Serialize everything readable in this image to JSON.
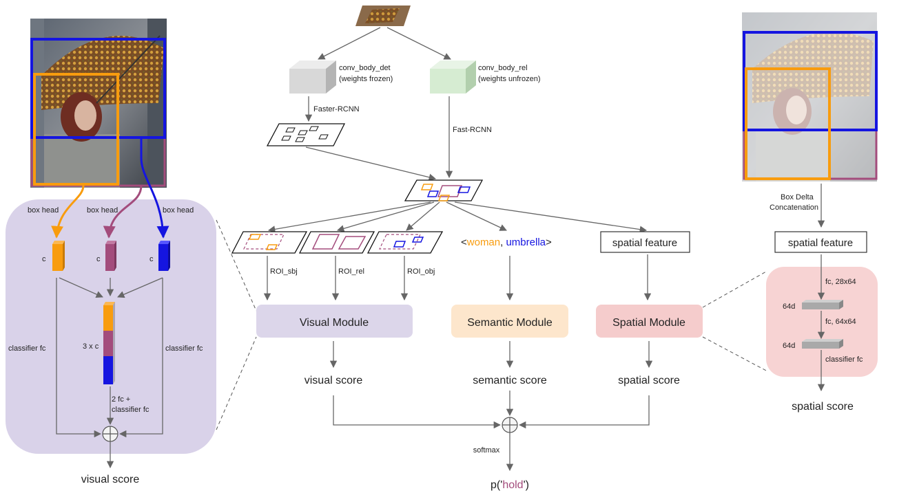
{
  "colors": {
    "orange": "#f89c0e",
    "purple": "#a34c7c",
    "blue": "#1515e0",
    "visual_module": "#dcd6ea",
    "semantic_module": "#fde6cc",
    "spatial_module": "#f5cccc",
    "left_panel": "#d9d2e9",
    "right_panel": "#f7d3d3",
    "conv_det": "#d8d8d8",
    "conv_rel": "#d6ecd2"
  },
  "left_panel": {
    "box_head_1": "box head",
    "box_head_2": "box head",
    "box_head_3": "box head",
    "c_1": "c",
    "c_2": "c",
    "c_3": "c",
    "concat_label": "3 x c",
    "classifier_left": "classifier fc",
    "classifier_right": "classifier fc",
    "fc_line1": "2 fc +",
    "fc_line2": "classifier fc",
    "output": "visual score"
  },
  "center": {
    "conv_det_line1": "conv_body_det",
    "conv_det_line2": "(weights frozen)",
    "conv_rel_line1": "conv_body_rel",
    "conv_rel_line2": "(weights unfrozen)",
    "faster_rcnn": "Faster-RCNN",
    "fast_rcnn": "Fast-RCNN",
    "roi_sbj": "ROI_sbj",
    "roi_rel": "ROI_rel",
    "roi_obj": "ROI_obj",
    "semantic_open": "<",
    "semantic_subject": "woman",
    "semantic_sep": ", ",
    "semantic_object": "umbrella",
    "semantic_close": ">",
    "spatial_feature": "spatial feature",
    "visual_module": "Visual Module",
    "semantic_module": "Semantic Module",
    "spatial_module": "Spatial Module",
    "visual_score": "visual score",
    "semantic_score": "semantic score",
    "spatial_score": "spatial score",
    "softmax": "softmax",
    "output_prefix": "p('",
    "output_predicate": "hold",
    "output_suffix": "')"
  },
  "right": {
    "box_delta_line1": "Box Delta",
    "box_delta_line2": "Concatenation",
    "spatial_feature": "spatial feature",
    "fc1": "fc, 28x64",
    "fc2": "fc, 64x64",
    "dim1": "64d",
    "dim2": "64d",
    "classifier": "classifier fc",
    "output": "spatial score"
  }
}
